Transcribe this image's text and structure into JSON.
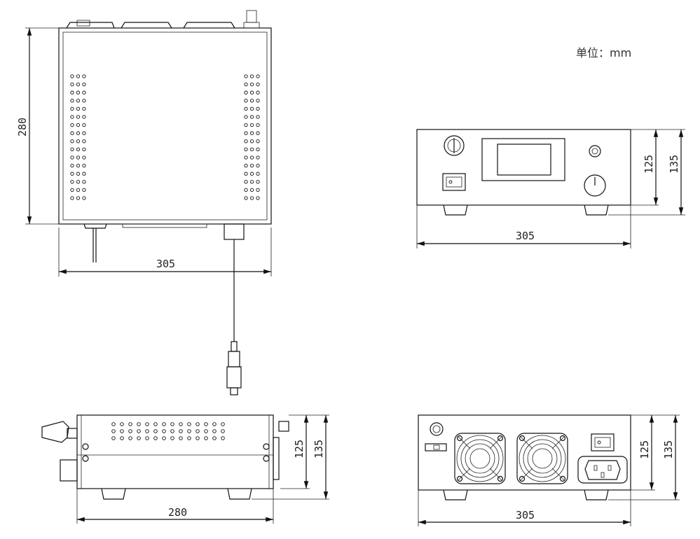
{
  "unit_label": "单位：mm",
  "top_view": {
    "width_dim": "305",
    "depth_dim": "280"
  },
  "front_view": {
    "width_dim": "305",
    "height_body_dim": "125",
    "height_total_dim": "135"
  },
  "side_view": {
    "depth_dim": "280",
    "height_body_dim": "125",
    "height_total_dim": "135"
  },
  "rear_view": {
    "width_dim": "305",
    "height_body_dim": "125",
    "height_total_dim": "135"
  }
}
